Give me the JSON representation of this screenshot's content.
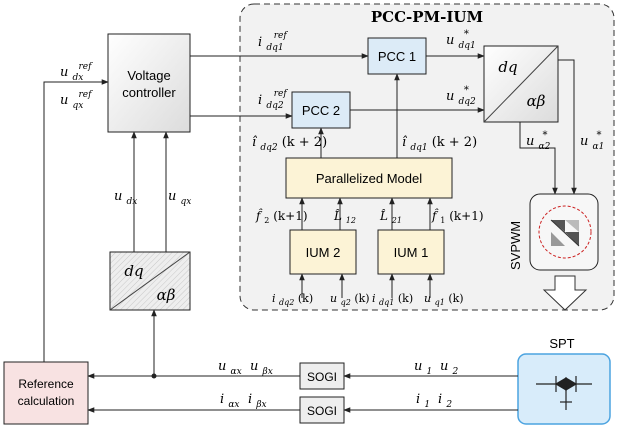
{
  "panel": {
    "title": "PCC-PM-IUM"
  },
  "blocks": {
    "voltage_controller": [
      "Voltage",
      "controller"
    ],
    "pcc1": "PCC 1",
    "pcc2": "PCC 2",
    "parallel_model": "Parallelized Model",
    "ium2": "IUM 2",
    "ium1": "IUM 1",
    "svpwm": "SVPWM",
    "spt": "SPT",
    "reference": [
      "Reference",
      "calculation"
    ],
    "sogi_top": "SOGI",
    "sogi_bottom": "SOGI",
    "transform_right": {
      "top": "dq",
      "bottom": "αβ"
    },
    "transform_left": {
      "top": "dq",
      "bottom": "αβ"
    }
  },
  "signals": {
    "u_ref_d": {
      "base": "u",
      "sub": "dx",
      "sup": "ref"
    },
    "u_ref_q": {
      "base": "u",
      "sub": "qx",
      "sup": "ref"
    },
    "i_ref_dq1": {
      "base": "i",
      "sub": "dq1",
      "sup": "ref"
    },
    "i_ref_dq2": {
      "base": "i",
      "sub": "dq2",
      "sup": "ref"
    },
    "u_star_dq1": {
      "base": "u",
      "sub": "dq1",
      "sup": "*"
    },
    "u_star_dq2": {
      "base": "u",
      "sub": "dq2",
      "sup": "*"
    },
    "u_star_a2": {
      "base": "u",
      "sub": "α2",
      "sup": "*"
    },
    "u_star_a1": {
      "base": "u",
      "sub": "α1",
      "sup": "*"
    },
    "i_hat_dq2": {
      "base": "î",
      "sub": "dq2",
      "rest": "(k + 2)"
    },
    "i_hat_dq1": {
      "base": "î",
      "sub": "dq1",
      "rest": "(k + 2)"
    },
    "f_hat_2": {
      "base": "f̂",
      "sub": "2",
      "rest": "(k+1)"
    },
    "L_hat_12": {
      "base": "L̂",
      "sub": "12",
      "rest": ""
    },
    "L_hat_21": {
      "base": "L̂",
      "sub": "21",
      "rest": ""
    },
    "f_hat_1": {
      "base": "f̂",
      "sub": "1",
      "rest": "(k+1)"
    },
    "i_dq2k": {
      "base": "i",
      "sub": "dq2",
      "rest": "(k)"
    },
    "u_q2k": {
      "base": "u",
      "sub": "q2",
      "rest": "(k)"
    },
    "i_dq1k": {
      "base": "i",
      "sub": "dq1",
      "rest": "(k)"
    },
    "u_q1k": {
      "base": "u",
      "sub": "q1",
      "rest": "(k)"
    },
    "u_dx": {
      "base": "u",
      "sub": "dx",
      "rest": ""
    },
    "u_qx": {
      "base": "u",
      "sub": "qx",
      "rest": ""
    },
    "u_ax": {
      "base": "u",
      "sub": "αx",
      "rest": ""
    },
    "u_bx": {
      "base": "u",
      "sub": "βx",
      "rest": ""
    },
    "i_ax": {
      "base": "i",
      "sub": "αx",
      "rest": ""
    },
    "i_bx": {
      "base": "i",
      "sub": "βx",
      "rest": ""
    },
    "u_1": {
      "base": "u",
      "sub": "1",
      "rest": ""
    },
    "u_2": {
      "base": "u",
      "sub": "2",
      "rest": ""
    },
    "i_1": {
      "base": "i",
      "sub": "1",
      "rest": ""
    },
    "i_2": {
      "base": "i",
      "sub": "2",
      "rest": ""
    }
  },
  "colors": {
    "panel_bg": "#f2f2f2",
    "pcc_fill": "#dcebf7",
    "model_fill": "#fcf3d6",
    "reference_fill": "#f8e2e2",
    "spt_fill": "#d8ecfa",
    "spt_border": "#4ba3e0",
    "block_fill": "#f2f2f2",
    "line": "#222222"
  }
}
